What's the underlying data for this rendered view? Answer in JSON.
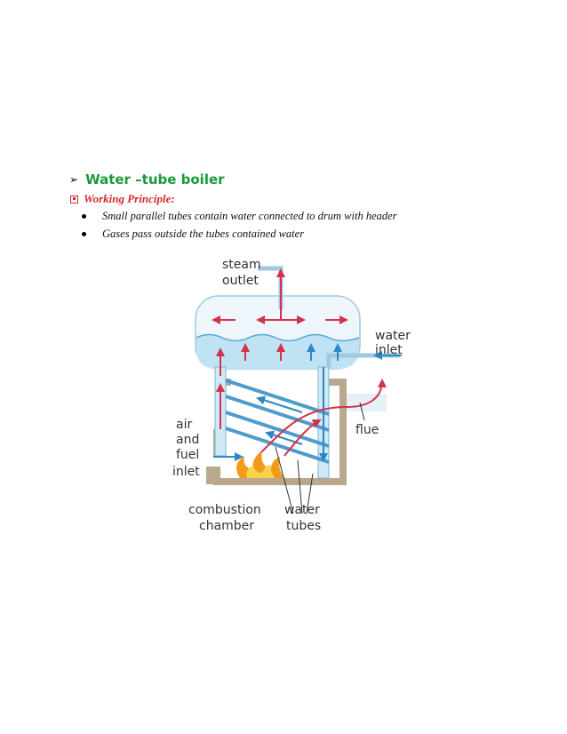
{
  "heading": {
    "text": "Water –tube boiler",
    "color": "#1a9a3a",
    "bullet_icon": "arrowhead-icon"
  },
  "subheading": {
    "text": "Working Principle:",
    "color": "#d42a2a",
    "icon": "boxed-square-icon"
  },
  "bullets": [
    "Small parallel tubes contain water connected to drum with header",
    "Gases pass outside the tubes contained water"
  ],
  "diagram": {
    "labels": {
      "steam": "steam",
      "outlet": "outlet",
      "water_inlet_1": "water",
      "water_inlet_2": "inlet",
      "air": "air",
      "and": "and",
      "fuel": "fuel",
      "inlet": "inlet",
      "flue": "flue",
      "combustion": "combustion",
      "chamber": "chamber",
      "water_tubes_1": "water",
      "water_tubes_2": "tubes"
    },
    "colors": {
      "water": "#cfe9f7",
      "water_outline": "#7ab6d6",
      "tube": "#4f9ccc",
      "flow_arrow": "#d6314a",
      "frame": "#b8a98c",
      "flame": "#f39a1c"
    }
  }
}
